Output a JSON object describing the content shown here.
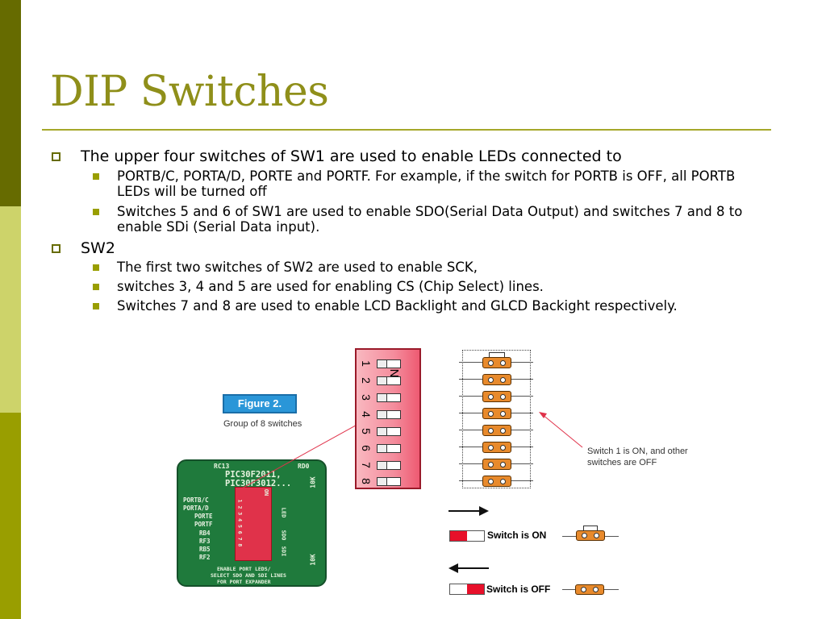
{
  "slide": {
    "title": "DIP Switches",
    "bullets": [
      {
        "text": "The upper four switches of SW1 are used to enable LEDs connected to",
        "sub": [
          "PORTB/C, PORTA/D, PORTE and PORTF. For example, if the switch for PORTB is OFF, all PORTB LEDs will be turned off",
          "Switches 5 and 6 of SW1 are used to enable SDO(Serial Data Output) and switches 7 and 8 to enable SDi (Serial Data input)."
        ]
      },
      {
        "text": "SW2",
        "sub": [
          "The first two switches of SW2 are used to enable SCK,",
          "switches 3, 4 and 5 are used for enabling CS (Chip Select) lines.",
          "Switches 7 and 8 are used to enable LCD Backlight and GLCD Backight respectively."
        ]
      }
    ]
  },
  "figure": {
    "tag": "Figure 2.",
    "caption": "Group of 8 switches",
    "dip_on_label": "ON",
    "dip_numbers": [
      "1",
      "2",
      "3",
      "4",
      "5",
      "6",
      "7",
      "8"
    ],
    "note_line1": "Switch 1 is ON, and other",
    "note_line2": "switches are OFF",
    "legend_on": "Switch is ON",
    "legend_off": "Switch is OFF",
    "pcb": {
      "chip_line1": "PIC30F2011,",
      "chip_line2": "PIC30F3012...",
      "top_left": "RC13",
      "top_right": "RD0",
      "ports": [
        "PORTB/C",
        "PORTA/D",
        "PORTE",
        "PORTF",
        "RB4",
        "RF3",
        "RB5",
        "RF2"
      ],
      "side_labels": [
        "LED",
        "SDO",
        "SDI"
      ],
      "resistor_top": "10K",
      "resistor_bottom": "10K",
      "bottom_line1": "ENABLE PORT LEDS/",
      "bottom_line2": "SELECT SDO AND SDI LINES",
      "bottom_line3": "FOR PORT EXPANDER",
      "sw_on": "ON",
      "sw_numbers": "1 2 3 4 5 6 7 8"
    },
    "colors": {
      "dip_red": "#ee5a72",
      "jumper_orange": "#e88a2c",
      "pcb_green": "#1f7a3c",
      "figure_tag_blue": "#2a96d8",
      "callout_red": "#e0324a"
    }
  }
}
